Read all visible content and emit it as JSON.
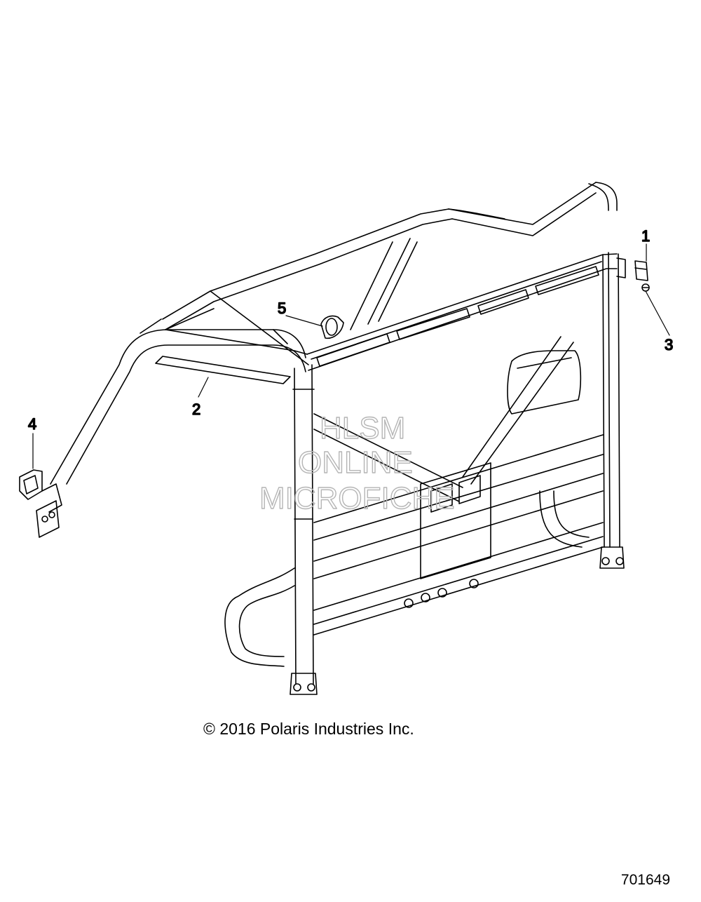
{
  "callouts": [
    {
      "id": "1",
      "label": "1"
    },
    {
      "id": "2",
      "label": "2"
    },
    {
      "id": "3",
      "label": "3"
    },
    {
      "id": "4",
      "label": "4"
    },
    {
      "id": "5",
      "label": "5"
    }
  ],
  "watermark": {
    "line1": "HLSM",
    "line2": "ONLINE",
    "line3": "MICROFICHE",
    "color": "#b5b5b5"
  },
  "copyright": "© 2016 Polaris Industries Inc.",
  "figure_number": "701649"
}
